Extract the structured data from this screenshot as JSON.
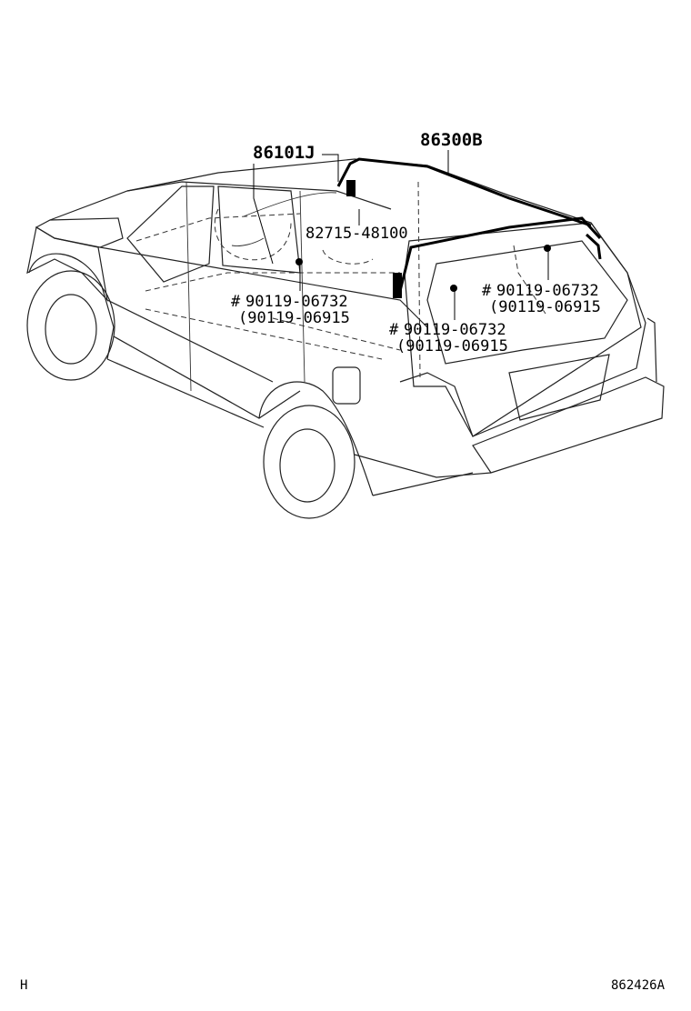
{
  "parts": {
    "antenna_cord_front": "86101J",
    "antenna_cord_rear": "86300B",
    "clamp": "82715-48100",
    "bolt_left_1": "90119-06732",
    "bolt_left_2": "(90119-06915",
    "bolt_center_1": "90119-06732",
    "bolt_center_2": "(90119-06915",
    "bolt_right_1": "90119-06732",
    "bolt_right_2": "(90119-06915"
  },
  "mark": "#",
  "corner_left": "H",
  "corner_right": "862426A"
}
